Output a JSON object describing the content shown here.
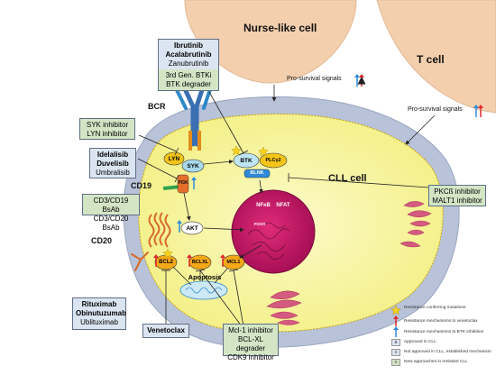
{
  "cells": {
    "nurse_like": "Nurse-like cell",
    "t_cell": "T cell",
    "cll": "CLL cell"
  },
  "signals": {
    "pro_survival_1": "Pro-survival signals",
    "pro_survival_2": "Pro-survival signals"
  },
  "receptors": {
    "bcr": "BCR",
    "cd19": "CD19",
    "cd20": "CD20"
  },
  "proteins": {
    "lyn": "LYN",
    "syk": "SYK",
    "pi3k": "PI3K",
    "btk": "BTK",
    "plcg2": "PLCγ2",
    "blnk": "BLNK",
    "akt": "AKT",
    "bcl2": "BCL2",
    "bclxl": "BCLXL",
    "mcl1": "MCL1",
    "apoptosis": "Apoptosis",
    "nfkb": "NFκB",
    "nfat": "NFAT",
    "foxo": "FOXO"
  },
  "boxes": {
    "btk_inhibitors": {
      "bold": [
        "Ibrutinib",
        "Acalabrutinib"
      ],
      "regular": [
        "Zanubrutinib"
      ],
      "green": [
        "3rd Gen. BTKi",
        "BTK degrader"
      ]
    },
    "syk_lyn": [
      "SYK inhibitor",
      "LYN inhibitor"
    ],
    "pi3k_inhibitors": {
      "bold": [
        "Idelalisib",
        "Duvelisib"
      ],
      "regular": [
        "Umbralisib"
      ]
    },
    "bsab": [
      "CD3/CD19 BsAb",
      "CD3/CD20 BsAb"
    ],
    "pkcb": [
      "PKCß inhibitor",
      "MALT1 inhibitor"
    ],
    "anti_cd20": {
      "bold": [
        "Rituximab",
        "Obinutuzumab"
      ],
      "regular": [
        "Ublituximab"
      ]
    },
    "venetoclax": "Venetoclax",
    "apoptosis_tx": [
      "Mcl-1 inhibitor",
      "BCL-XL degrader",
      "CDK9 inhibitor"
    ]
  },
  "legend": [
    {
      "symbol": "star-icon",
      "text": "Resistance conferring mutations"
    },
    {
      "symbol": "red-arrow-icon",
      "text": "Resistance mechanisms to venetoclax"
    },
    {
      "symbol": "blue-arrow-icon",
      "text": "Resistance mechanisms to BTK inhibition"
    },
    {
      "symbol": "key-bold",
      "key": "X",
      "text": "Approved in CLL"
    },
    {
      "symbol": "key-regular",
      "key": "X",
      "text": "Not approved in CLL, established mechanism"
    },
    {
      "symbol": "key-green",
      "key": "X",
      "text": "New approaches in resistant CLL"
    }
  ],
  "colors": {
    "nurse_cell": "#f3cfae",
    "t_cell": "#f3cfae",
    "cll_cytoplasm": "#f7f5a3",
    "cll_membrane": "#b8c2d8",
    "nucleus": "#d21a6b",
    "box_blue": "#dbe5f1",
    "box_green": "#d3e5c5",
    "arrow_red": "#e0262a",
    "arrow_blue": "#2e8ad8"
  }
}
